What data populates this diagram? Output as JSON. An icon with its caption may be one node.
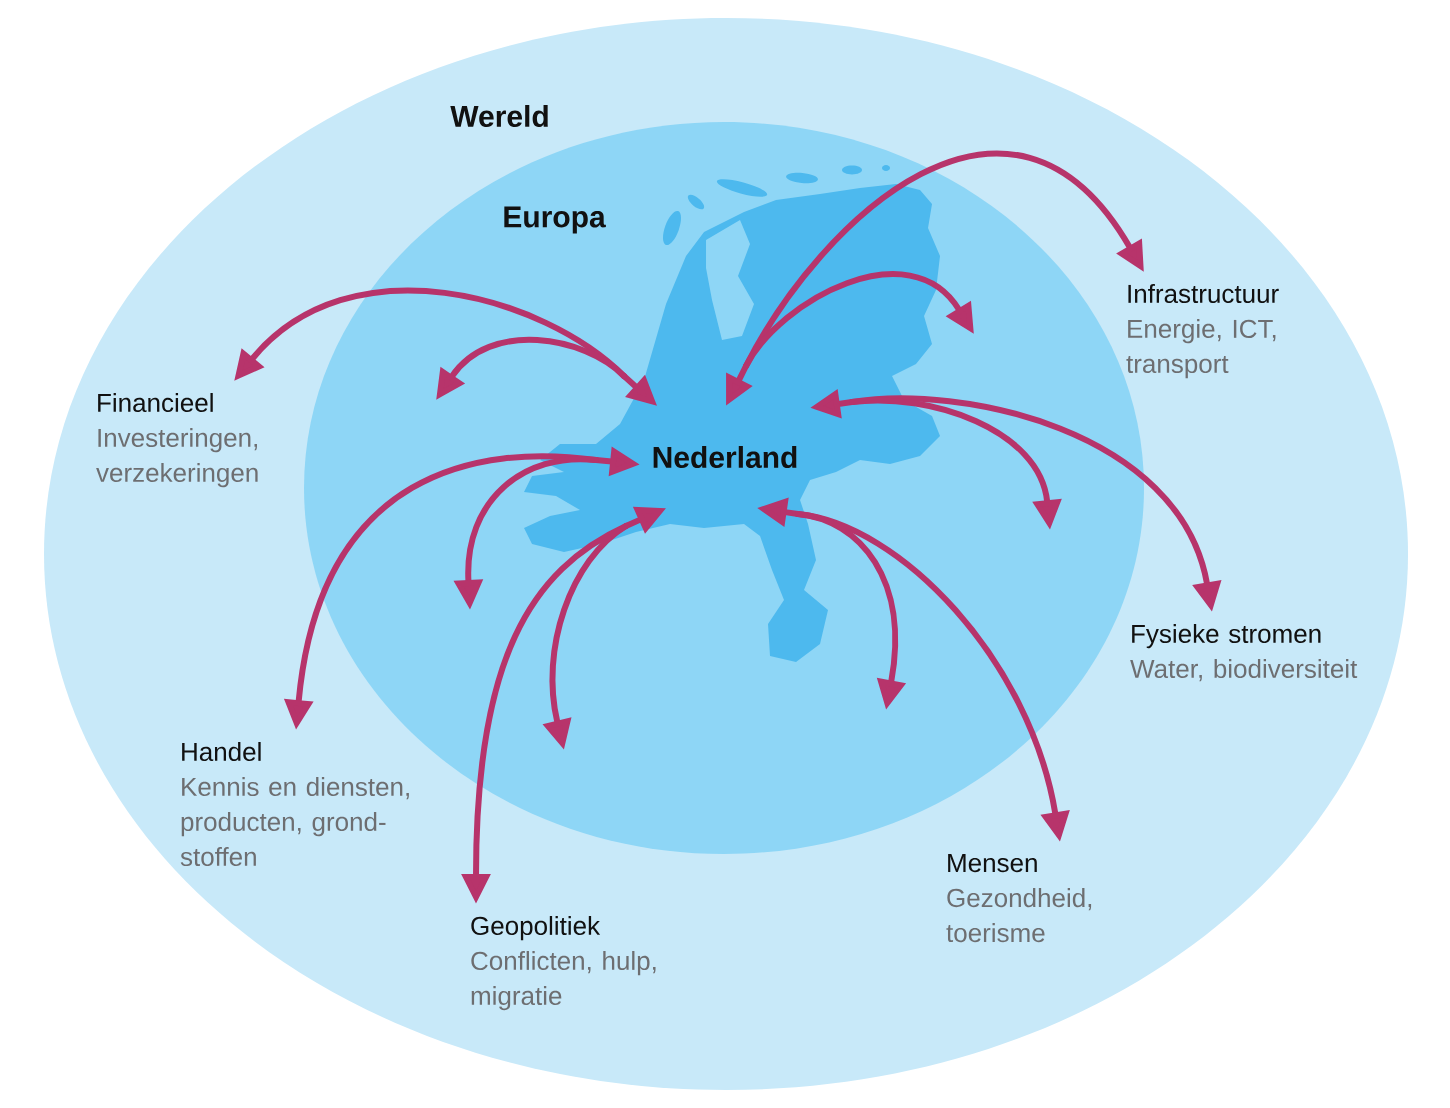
{
  "diagram": {
    "nodes": [
      {
        "text": [
          "Wereld"
        ]
      },
      {
        "text": [
          "Europa"
        ],
        "in": 0
      },
      {
        "text": [
          "Nederland"
        ],
        "in": 1
      },
      {
        "text": [
          "Infrastructuur",
          "Energie, ICT, transport"
        ],
        "in": 0
      },
      {
        "text": [
          "Financieel",
          "Investeringen, verzekeringen"
        ],
        "in": 0
      },
      {
        "text": [
          "Fysieke stromen",
          "Water, biodiversiteit"
        ],
        "in": 0
      },
      {
        "text": [
          "Handel",
          "Kennis en diensten, producten, grond- stoffen"
        ],
        "in": 0
      },
      {
        "text": [
          "Mensen",
          "Gezondheid, toerisme"
        ],
        "in": 0
      },
      {
        "text": [
          "Geopolitiek",
          "Conflicten, hulp, migratie"
        ],
        "in": 0
      }
    ],
    "edges": [
      {
        "from": 2,
        "to": 3,
        "arrow": "both"
      },
      {
        "from": 2,
        "to": null,
        "arrow": "both"
      },
      {
        "from": 2,
        "to": 4,
        "arrow": "both"
      },
      {
        "from": 2,
        "to": null,
        "arrow": "both"
      },
      {
        "from": 2,
        "to": 5,
        "arrow": "both"
      },
      {
        "from": 2,
        "to": null,
        "arrow": "both"
      },
      {
        "from": 2,
        "to": 6,
        "arrow": "both"
      },
      {
        "from": 2,
        "to": null,
        "arrow": "both"
      },
      {
        "from": 2,
        "to": 7,
        "arrow": "both"
      },
      {
        "from": 2,
        "to": null,
        "arrow": "both"
      },
      {
        "from": 2,
        "to": 8,
        "arrow": "both"
      },
      {
        "from": 2,
        "to": null,
        "arrow": "both"
      }
    ]
  }
}
